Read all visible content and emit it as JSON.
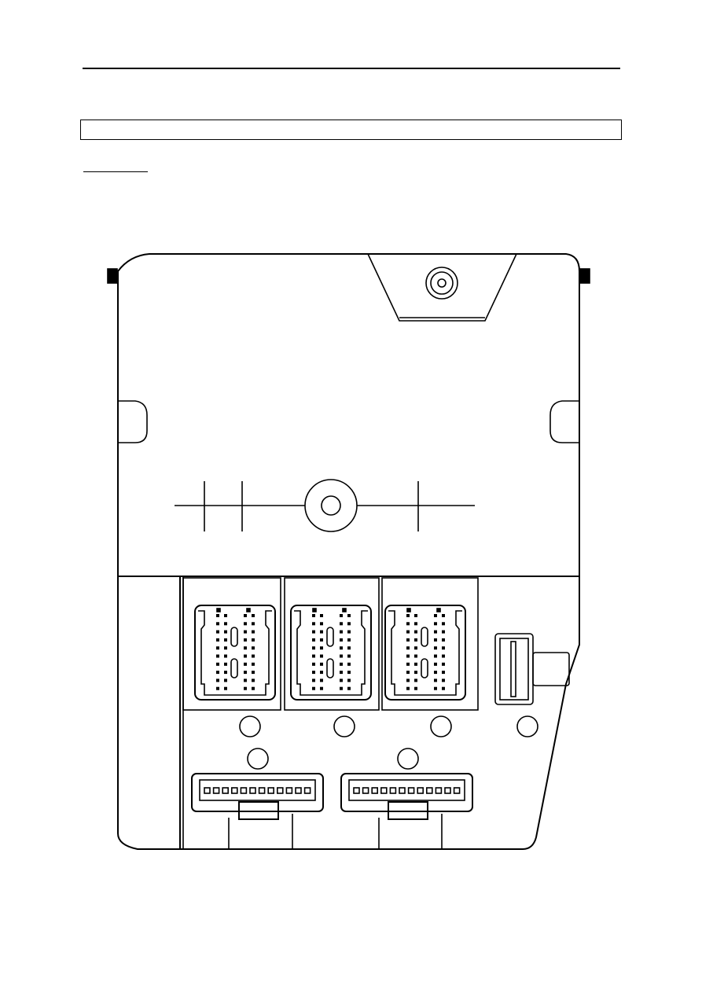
{
  "page": {
    "header_rule": true,
    "title_box": "",
    "section_heading": ""
  },
  "drawing": {
    "upper_connectors": 3,
    "lower_connectors": 2,
    "side_connector": 1,
    "line_color": "#000000"
  }
}
